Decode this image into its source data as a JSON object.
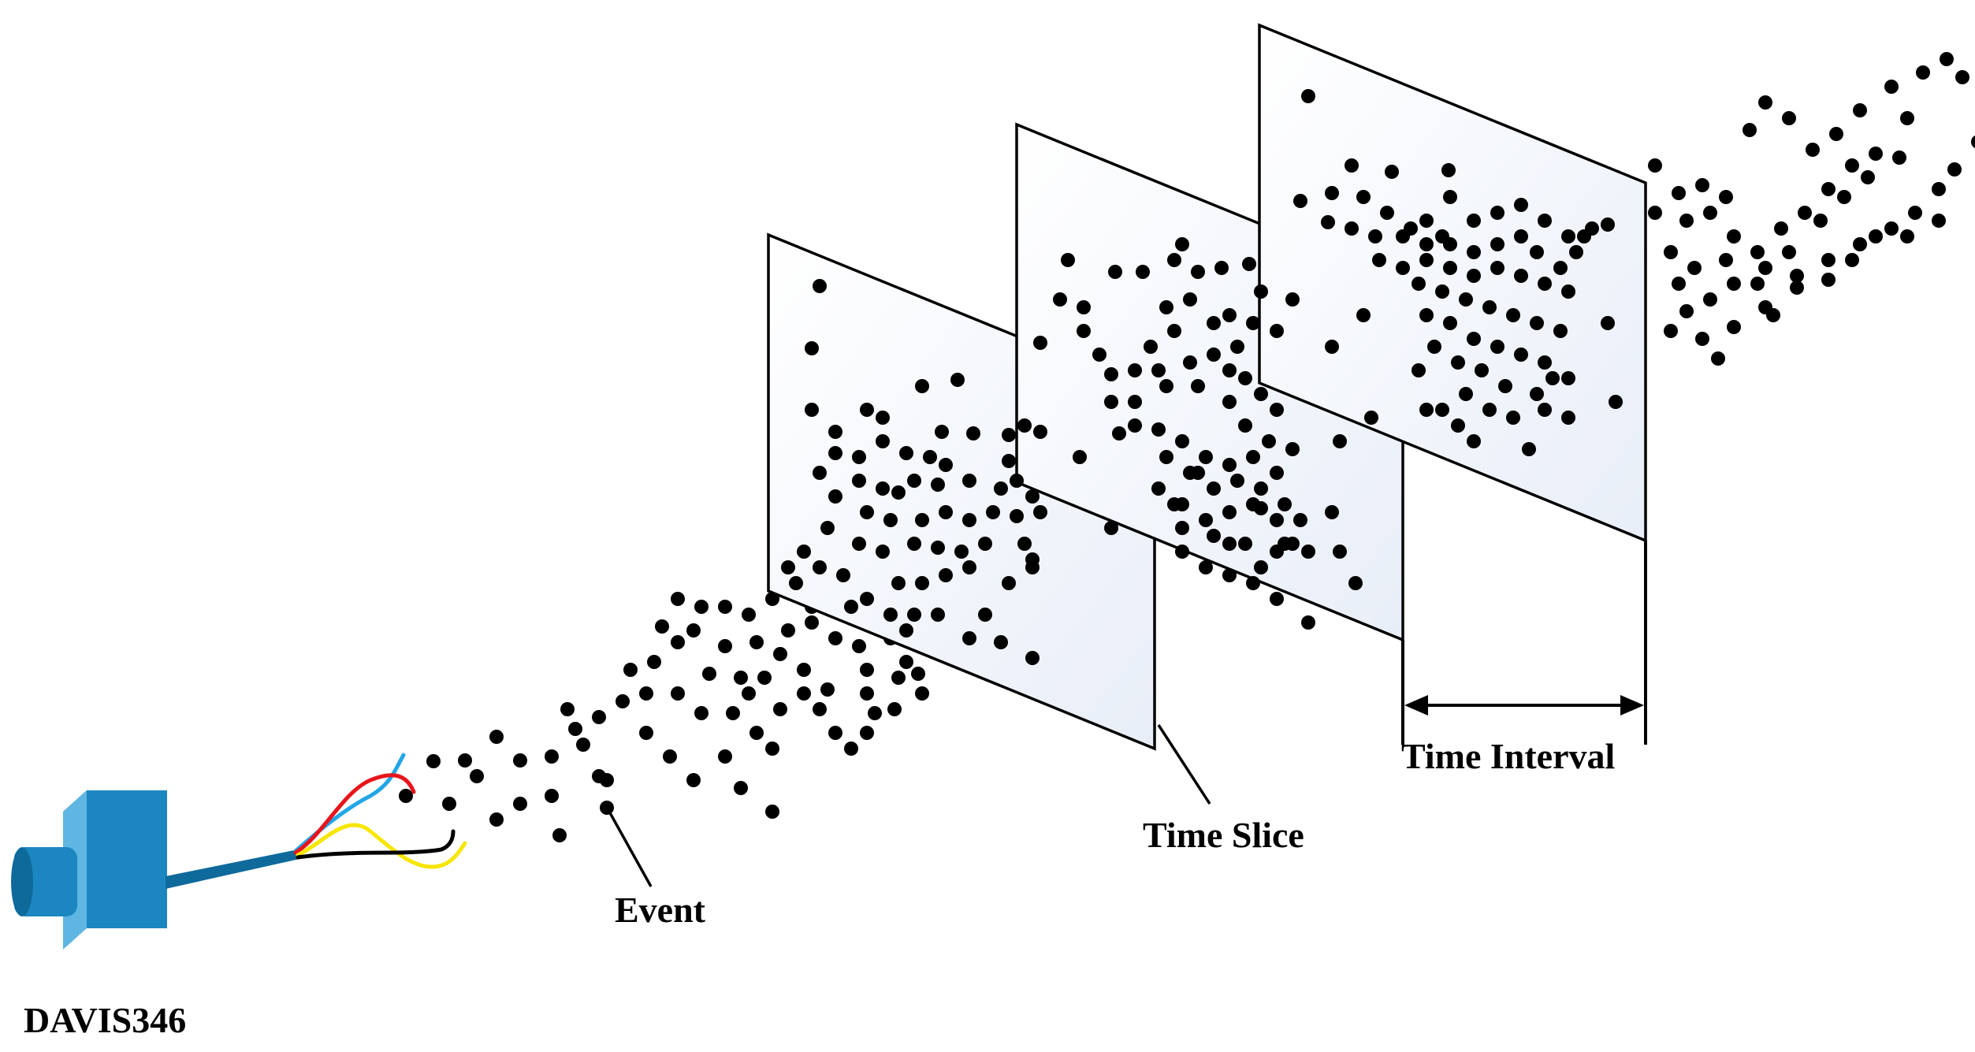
{
  "labels": {
    "camera": "DAVIS346",
    "event": "Event",
    "time_slice": "Time Slice",
    "time_interval": "Time Interval"
  },
  "colors": {
    "camera_body": "#1c86c0",
    "camera_dark": "#0f6a9c",
    "camera_side": "#5fb6e2",
    "wire_red": "#e8141b",
    "wire_blue": "#22a6e8",
    "wire_yellow": "#f6e600",
    "wire_black": "#000000",
    "dot": "#000000",
    "slice_fill_start": "#ffffff",
    "slice_fill_end": "#e8eef8"
  },
  "icons": [
    "camera-icon",
    "wire-bundle-icon"
  ]
}
